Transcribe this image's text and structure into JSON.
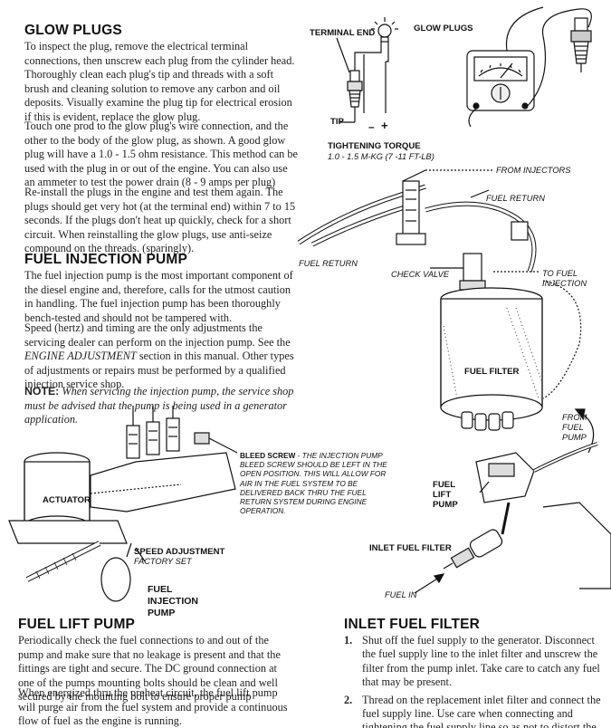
{
  "glow_plugs": {
    "heading": "GLOW PLUGS",
    "p1": "To inspect the plug, remove the electrical terminal connections, then unscrew each plug from the cylinder head. Thoroughly clean each plug's tip and threads with a soft brush and cleaning solution to remove any carbon and oil deposits. Visually examine the plug tip for electrical erosion if this is evident, replace the glow plug.",
    "p2": "Touch one prod to the glow plug's wire connection, and the other to the body of the glow plug, as shown. A good glow plug will have a 1.0 - 1.5 ohm resistance. This method can be used with the plug in or out of the engine. You can also use an ammeter to test the power drain (8 - 9 amps per plug)",
    "p3": "Re-install the plugs in the engine and test them again. The plugs should get very hot (at the terminal end) within 7 to 15 seconds. If the plugs don't heat up quickly, check for a short circuit. When reinstalling the glow plugs, use anti-seize compound on the threads. (sparingly)."
  },
  "fuel_injection_pump": {
    "heading": "FUEL INJECTION PUMP",
    "p1": "The fuel injection pump is the most important component of the diesel engine and, therefore, calls for the utmost caution in handling. The fuel injection pump has been thoroughly bench-tested and should not be tampered with.",
    "p2_before": "Speed (hertz) and timing are the only adjustments the servicing dealer can perform on the injection pump. See the ",
    "p2_italic": "ENGINE ADJUSTMENT",
    "p2_after": " section in this manual. Other types of adjustments or repairs must be performed by a qualified injection service shop.",
    "note_label": "NOTE:",
    "note_text": " When servicing the injection pump, the service shop must be advised that the pump is being used in a generator application."
  },
  "fuel_lift_pump": {
    "heading": "FUEL LIFT PUMP",
    "p1": "Periodically check the fuel connections to and out of the pump and make sure that no leakage is present and that the fittings are tight and secure. The DC ground connection at one of the pumps mounting bolts should be clean and well secured by the mounting bolt to ensure proper pump",
    "p2": "When energized thru the preheat circuit, the fuel lift pump will purge air from the fuel system and provide a continuous flow of fuel as the engine is running."
  },
  "inlet_fuel_filter": {
    "heading": "INLET FUEL FILTER",
    "steps": [
      {
        "num": "1.",
        "text": "Shut off the fuel supply to the generator. Disconnect the fuel supply line to the inlet filter and unscrew the filter from the pump inlet. Take care to catch any fuel that may be present."
      },
      {
        "num": "2.",
        "text": "Thread on the replacement inlet filter and connect the fuel supply line. Use care when connecting and tightening the fuel supply line so as not to distort the inlet filter."
      }
    ]
  },
  "diagram_glow_plug": {
    "terminal_end": "TERMINAL END",
    "glow_plugs": "GLOW PLUGS",
    "tip": "TIP",
    "minus": "–",
    "plus": "+",
    "torque_title": "TIGHTENING TORQUE",
    "torque_value": "1.0 - 1.5 M-KG (7 -11 FT-LB)"
  },
  "diagram_fuel": {
    "from_injectors": "FROM INJECTORS",
    "fuel_return_top": "FUEL RETURN",
    "fuel_return_left": "FUEL RETURN",
    "check_valve": "CHECK VALVE",
    "to_fuel_injection": "TO FUEL INJECTION",
    "fuel_filter": "FUEL FILTER",
    "from_fuel_pump": "FROM FUEL PUMP",
    "fuel_lift_pump": "FUEL LIFT PUMP",
    "inlet_fuel_filter": "INLET FUEL FILTER",
    "fuel_in": "FUEL IN"
  },
  "diagram_pump": {
    "actuator": "ACTUATOR",
    "bleed_screw_label": "BLEED SCREW",
    "bleed_screw_text": " - THE INJECTION PUMP BLEED SCREW SHOULD BE LEFT IN THE OPEN POSITION. THIS WILL ALLOW FOR AIR IN THE FUEL SYSTEM TO BE DELIVERED BACK THRU THE FUEL RETURN SYSTEM DURING ENGINE OPERATION.",
    "speed_adjustment": "SPEED ADJUSTMENT",
    "factory_set": "FACTORY SET",
    "fuel_injection_pump": "FUEL INJECTION PUMP"
  }
}
